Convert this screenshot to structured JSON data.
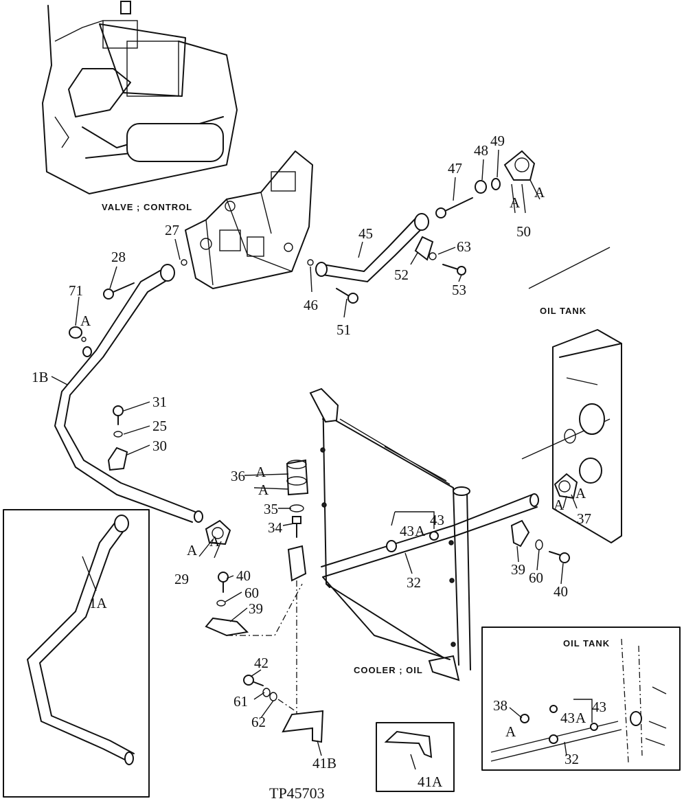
{
  "labels": {
    "valve_control": "VALVE ; CONTROL",
    "oil_tank": "OIL TANK",
    "oil_tank_inset": "OIL TANK",
    "cooler_oil": "COOLER ; OIL",
    "figure_id": "TP45703"
  },
  "callouts": {
    "c27": "27",
    "c28": "28",
    "c71": "71",
    "c1b": "1B",
    "c31": "31",
    "c25": "25",
    "c30": "30",
    "c45": "45",
    "c46": "46",
    "c51": "51",
    "c47": "47",
    "c48": "48",
    "c49": "49",
    "c50": "50",
    "c52": "52",
    "c53": "53",
    "c63": "63",
    "c36": "36",
    "c35": "35",
    "c34": "34",
    "c43a": "43",
    "c43b": "43",
    "c32": "32",
    "c29": "29",
    "c40a": "40",
    "c60a": "60",
    "c39a": "39",
    "c39b": "39",
    "c60b": "60",
    "c40b": "40",
    "c37": "37",
    "c42": "42",
    "c61": "61",
    "c62": "62",
    "c41b": "41B",
    "c1a": "1A",
    "c41a": "41A",
    "c38": "38",
    "c43c": "43",
    "c43d": "43",
    "c32b": "32",
    "a": "A"
  }
}
